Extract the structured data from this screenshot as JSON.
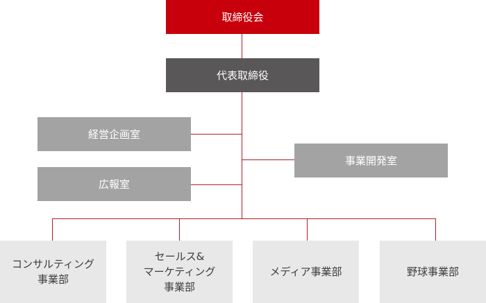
{
  "org_chart": {
    "board": {
      "label": "取締役会"
    },
    "ceo": {
      "label": "代表取締役"
    },
    "staff_units": [
      {
        "label": "経営企画室"
      },
      {
        "label": "広報室"
      },
      {
        "label": "事業開発室"
      }
    ],
    "divisions": [
      {
        "label": "コンサルティング\n事業部"
      },
      {
        "label": "セールス&\nマーケティング\n事業部"
      },
      {
        "label": "メディア事業部"
      },
      {
        "label": "野球事業部"
      }
    ]
  },
  "colors": {
    "board": "#c8000b",
    "ceo": "#595757",
    "staff": "#a3a3a3",
    "division": "#e8e8e8",
    "connector": "#b01c22"
  }
}
